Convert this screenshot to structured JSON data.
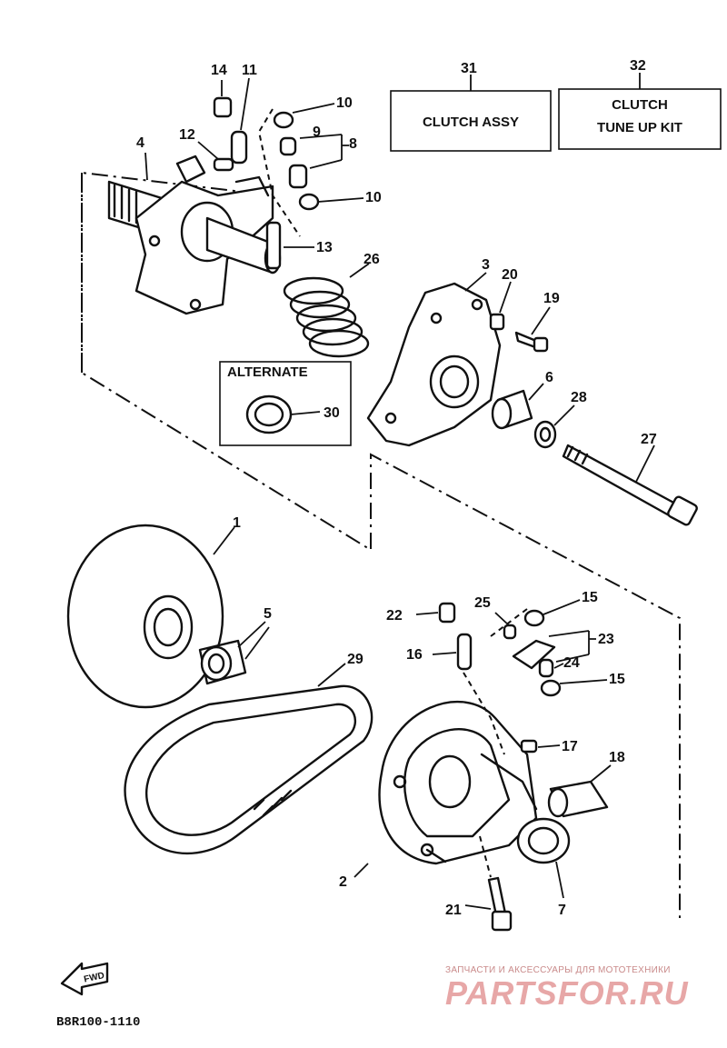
{
  "diagram_code": "B8R100-1110",
  "boxes": {
    "clutch_assy": {
      "number": "31",
      "label": "CLUTCH ASSY"
    },
    "tune_up_kit": {
      "number": "32",
      "line1": "CLUTCH",
      "line2": "TUNE UP KIT"
    },
    "alternate": {
      "label": "ALTERNATE",
      "number": "30"
    }
  },
  "callouts": {
    "p1": "1",
    "p2": "2",
    "p3": "3",
    "p4": "4",
    "p5": "5",
    "p6": "6",
    "p7": "7",
    "p8": "8",
    "p9": "9",
    "p10a": "10",
    "p10b": "10",
    "p11": "11",
    "p12": "12",
    "p13": "13",
    "p14": "14",
    "p15a": "15",
    "p15b": "15",
    "p16": "16",
    "p17": "17",
    "p18": "18",
    "p19": "19",
    "p20": "20",
    "p21": "21",
    "p22": "22",
    "p23": "23",
    "p24": "24",
    "p25": "25",
    "p26": "26",
    "p27": "27",
    "p28": "28",
    "p29": "29"
  },
  "fwd_label": "FWD",
  "watermark": {
    "line1": "ЗАПЧАСТИ И АКСЕССУАРЫ ДЛЯ МОТОТЕХНИКИ",
    "line2": "PARTSFOR.RU"
  }
}
